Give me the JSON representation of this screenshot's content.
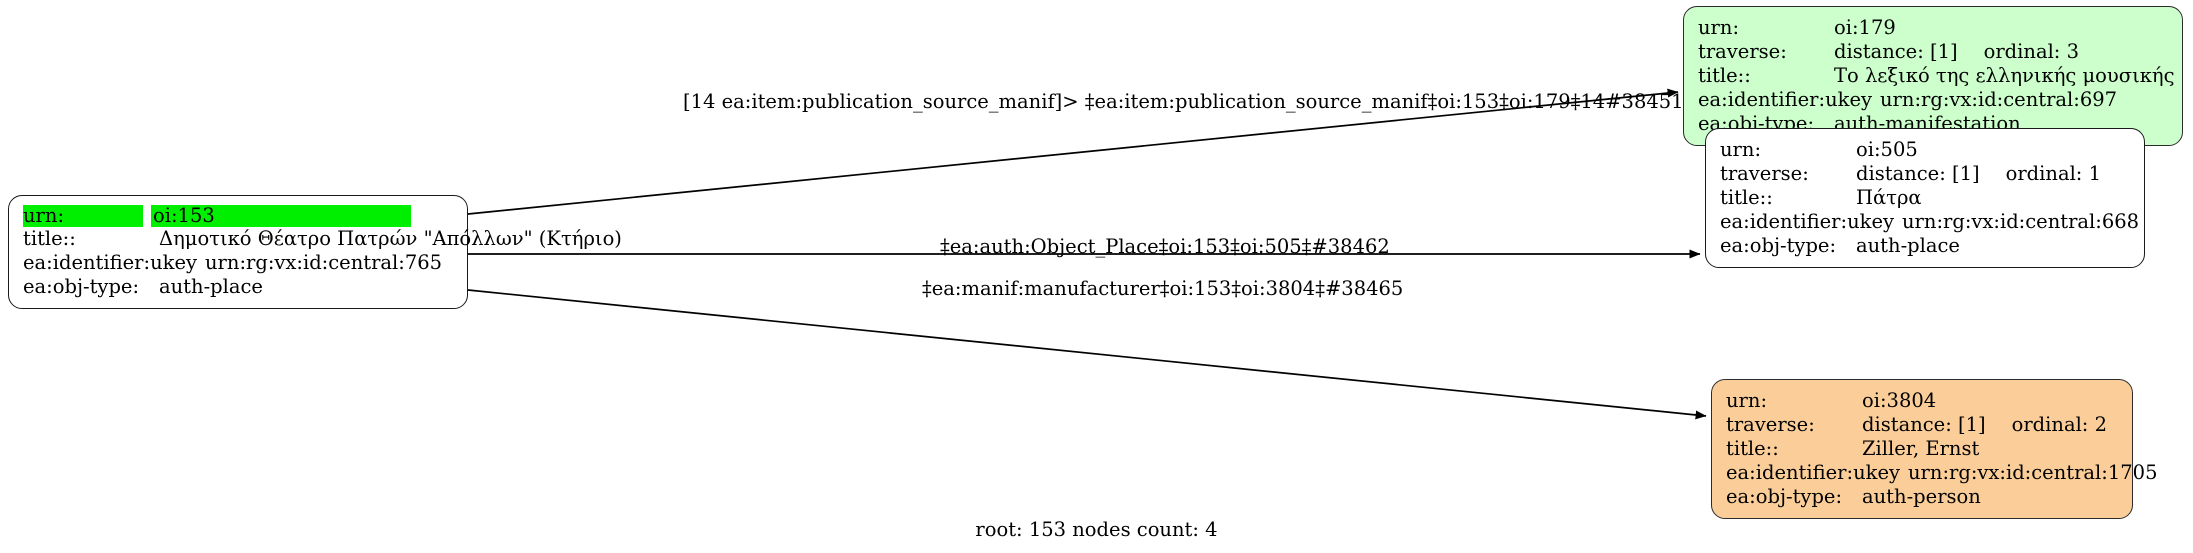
{
  "graph": {
    "caption": "root: 153 nodes count: 4",
    "field_labels": {
      "urn": "urn:",
      "traverse": "traverse:",
      "title": "title::",
      "ukey": "ea:identifier:ukey",
      "objtype": "ea:obj-type:"
    },
    "colors": {
      "root_highlight": "#00ee00",
      "green_node": "#ccffcc",
      "orange_node": "#fbce99",
      "white_node": "#ffffff",
      "edge": "#000000"
    },
    "nodes": [
      {
        "id": "root",
        "style": "white-highlighted",
        "urn": "oi:153",
        "title": "Δημοτικό Θέατρο Πατρών \"Απόλλων\" (Κτήριο)",
        "ukey": "urn:rg:vx:id:central:765",
        "objtype": "auth-place"
      },
      {
        "id": "179",
        "style": "green",
        "urn": "oi:179",
        "traverse_distance": "distance: [1]",
        "traverse_ordinal": "ordinal: 3",
        "title": "Το λεξικό της ελληνικής μουσικής",
        "ukey": "urn:rg:vx:id:central:697",
        "objtype": "auth-manifestation"
      },
      {
        "id": "505",
        "style": "white",
        "urn": "oi:505",
        "traverse_distance": "distance: [1]",
        "traverse_ordinal": "ordinal: 1",
        "title": "Πάτρα",
        "ukey": "urn:rg:vx:id:central:668",
        "objtype": "auth-place"
      },
      {
        "id": "3804",
        "style": "orange",
        "urn": "oi:3804",
        "traverse_distance": "distance: [1]",
        "traverse_ordinal": "ordinal: 2",
        "title": "Ziller, Ernst",
        "ukey": "urn:rg:vx:id:central:1705",
        "objtype": "auth-person"
      }
    ],
    "edges": [
      {
        "id": "e1",
        "from": "root",
        "to": "179",
        "label": "[14 ea:item:publication_source_manif]> ‡ea:item:publication_source_manif‡oi:153‡oi:179‡14#38451"
      },
      {
        "id": "e2",
        "from": "root",
        "to": "505",
        "label": "‡ea:auth:Object_Place‡oi:153‡oi:505‡#38462"
      },
      {
        "id": "e3",
        "from": "root",
        "to": "3804",
        "label": "‡ea:manif:manufacturer‡oi:153‡oi:3804‡#38465"
      }
    ]
  }
}
